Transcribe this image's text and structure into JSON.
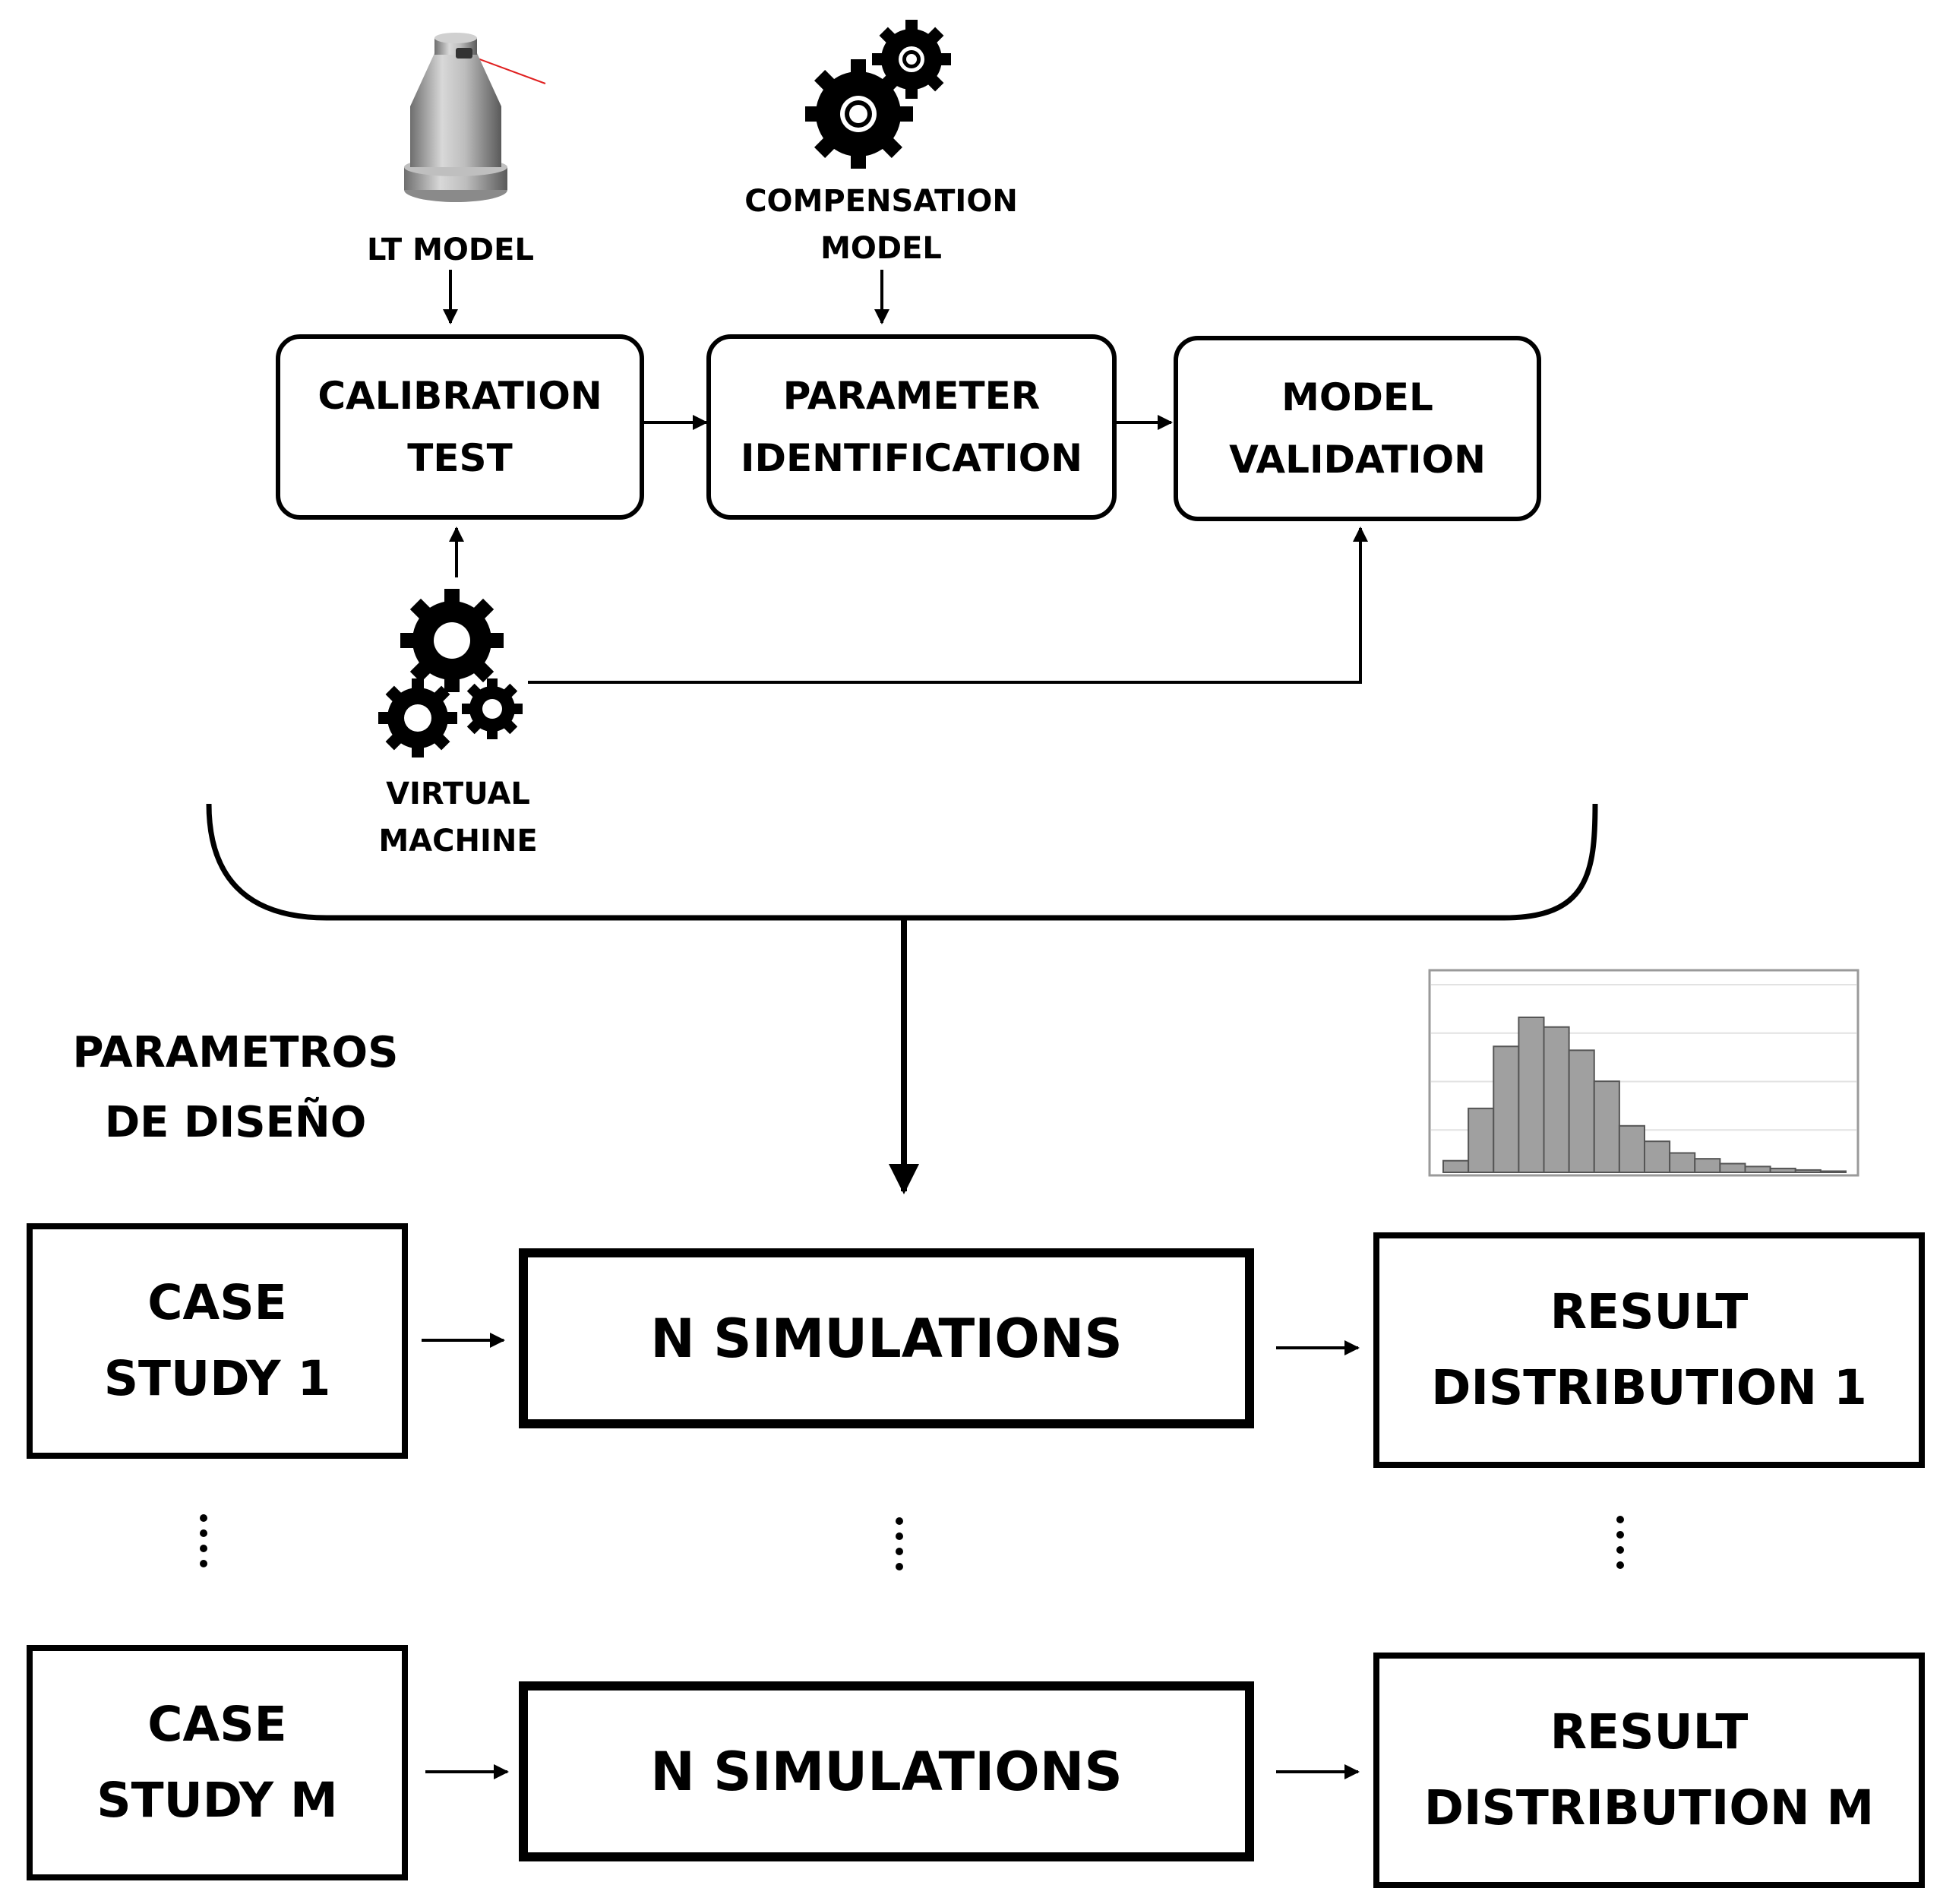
{
  "top_flow": {
    "lt_model_label": "LT MODEL",
    "compensation_model_label": [
      "COMPENSATION",
      "MODEL"
    ],
    "virtual_machine_label": [
      "VIRTUAL",
      "MACHINE"
    ],
    "calibration_box": [
      "CALIBRATION",
      "TEST"
    ],
    "parameter_box": [
      "PARAMETER",
      "IDENTIFICATION"
    ],
    "validation_box": [
      "MODEL",
      "VALIDATION"
    ]
  },
  "design_params_label": [
    "PARAMETROS",
    "DE DISEÑO"
  ],
  "rows": [
    {
      "case": [
        "CASE",
        "STUDY 1"
      ],
      "simulations": "N SIMULATIONS",
      "result": [
        "RESULT",
        "DISTRIBUTION 1"
      ]
    },
    {
      "case": [
        "CASE",
        "STUDY M"
      ],
      "simulations": "N SIMULATIONS",
      "result": [
        "RESULT",
        "DISTRIBUTION M"
      ]
    }
  ],
  "histogram": {
    "relative_heights": [
      0.06,
      0.33,
      0.65,
      0.8,
      0.75,
      0.63,
      0.47,
      0.24,
      0.16,
      0.1,
      0.07,
      0.045,
      0.03,
      0.02,
      0.012,
      0.006
    ]
  },
  "colors": {
    "stroke": "#000000",
    "histogram_bar": "#a0a0a0",
    "laser": "#e02020"
  },
  "icons": [
    "laser-tracker-icon",
    "compensation-gears-icon",
    "virtual-machine-gears-icon"
  ]
}
